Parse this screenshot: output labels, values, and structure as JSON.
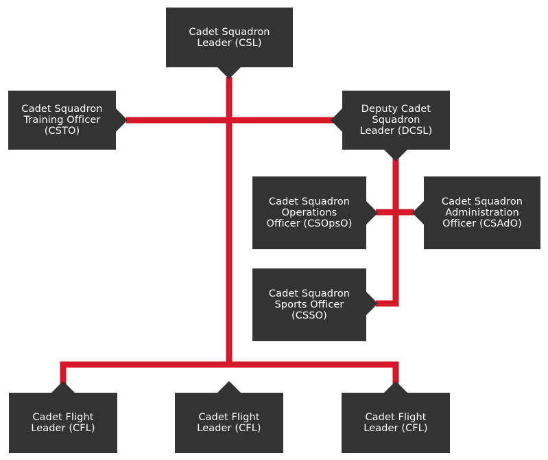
{
  "colors": {
    "connector": "#d7182a",
    "node_fill": "#333333",
    "node_text": "#ffffff"
  },
  "org_chart": {
    "csl": {
      "label": "Cadet Squadron\nLeader (CSL)"
    },
    "csto": {
      "label": "Cadet Squadron\nTraining Officer\n(CSTO)"
    },
    "dcsl": {
      "label": "Deputy Cadet\nSquadron\nLeader (DCSL)"
    },
    "csopso": {
      "label": "Cadet Squadron\nOperations\nOfficer (CSOpsO)"
    },
    "csado": {
      "label": "Cadet Squadron\nAdministration\nOfficer (CSAdO)"
    },
    "csso": {
      "label": "Cadet Squadron\nSports Officer\n(CSSO)"
    },
    "cfl_1": {
      "label": "Cadet Flight\nLeader (CFL)"
    },
    "cfl_2": {
      "label": "Cadet Flight\nLeader (CFL)"
    },
    "cfl_3": {
      "label": "Cadet Flight\nLeader (CFL)"
    }
  }
}
